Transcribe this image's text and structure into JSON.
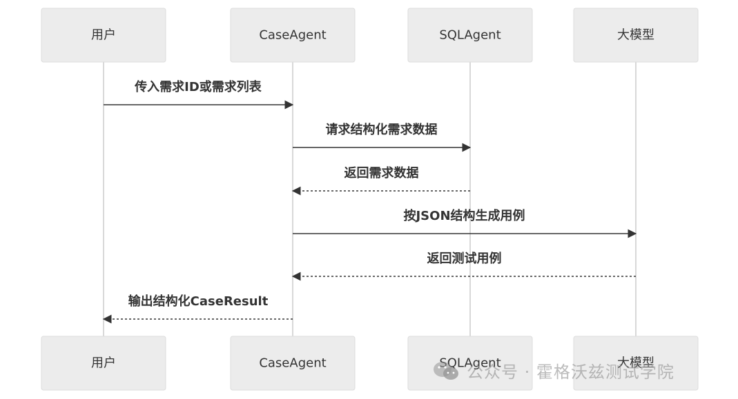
{
  "colors": {
    "actor_fill": "#ececec",
    "actor_stroke": "#dcdcdc",
    "lifeline": "#d8d8d8",
    "message": "#333333",
    "watermark": "#9a9a9a"
  },
  "participants": [
    {
      "name": "用户"
    },
    {
      "name": "CaseAgent"
    },
    {
      "name": "SQLAgent"
    },
    {
      "name": "大模型"
    }
  ],
  "messages": [
    {
      "from": 0,
      "to": 1,
      "text": "传入需求ID或需求列表",
      "style": "solid"
    },
    {
      "from": 1,
      "to": 2,
      "text": "请求结构化需求数据",
      "style": "solid"
    },
    {
      "from": 2,
      "to": 1,
      "text": "返回需求数据",
      "style": "dashed"
    },
    {
      "from": 1,
      "to": 3,
      "text": "按JSON结构生成用例",
      "style": "solid"
    },
    {
      "from": 3,
      "to": 1,
      "text": "返回测试用例",
      "style": "dashed"
    },
    {
      "from": 1,
      "to": 0,
      "text": "输出结构化CaseResult",
      "style": "dashed"
    }
  ],
  "watermark": {
    "text": "公众号 · 霍格沃兹测试学院",
    "icon": "wechat-icon"
  }
}
